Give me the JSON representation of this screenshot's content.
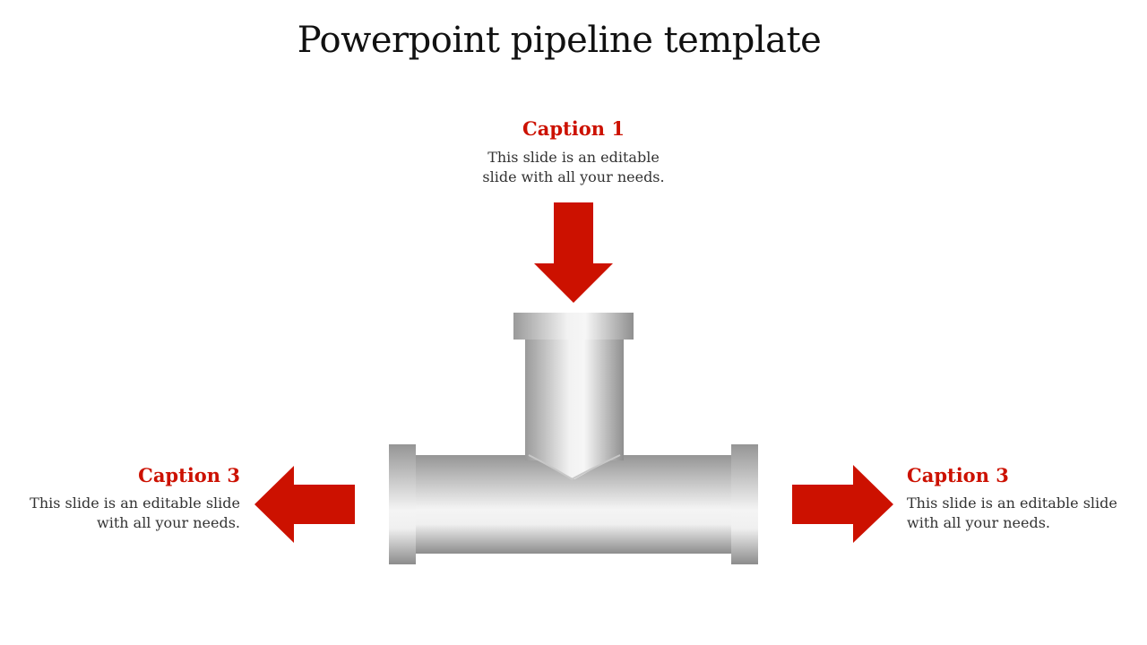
{
  "slide": {
    "title": "Powerpoint pipeline template"
  },
  "captions": [
    {
      "title": "Caption 1",
      "body_line1": "This slide is an editable",
      "body_line2": "slide with all your needs."
    },
    {
      "title": "Caption 3",
      "body_line1": "This slide is an editable slide",
      "body_line2": "with all your needs."
    },
    {
      "title": "Caption 3",
      "body_line1": "This slide is an editable slide",
      "body_line2": "with all your needs."
    }
  ],
  "colors": {
    "accent": "#cc1100",
    "pipe_light": "#f4f4f4",
    "pipe_dark": "#8a8a8a"
  }
}
